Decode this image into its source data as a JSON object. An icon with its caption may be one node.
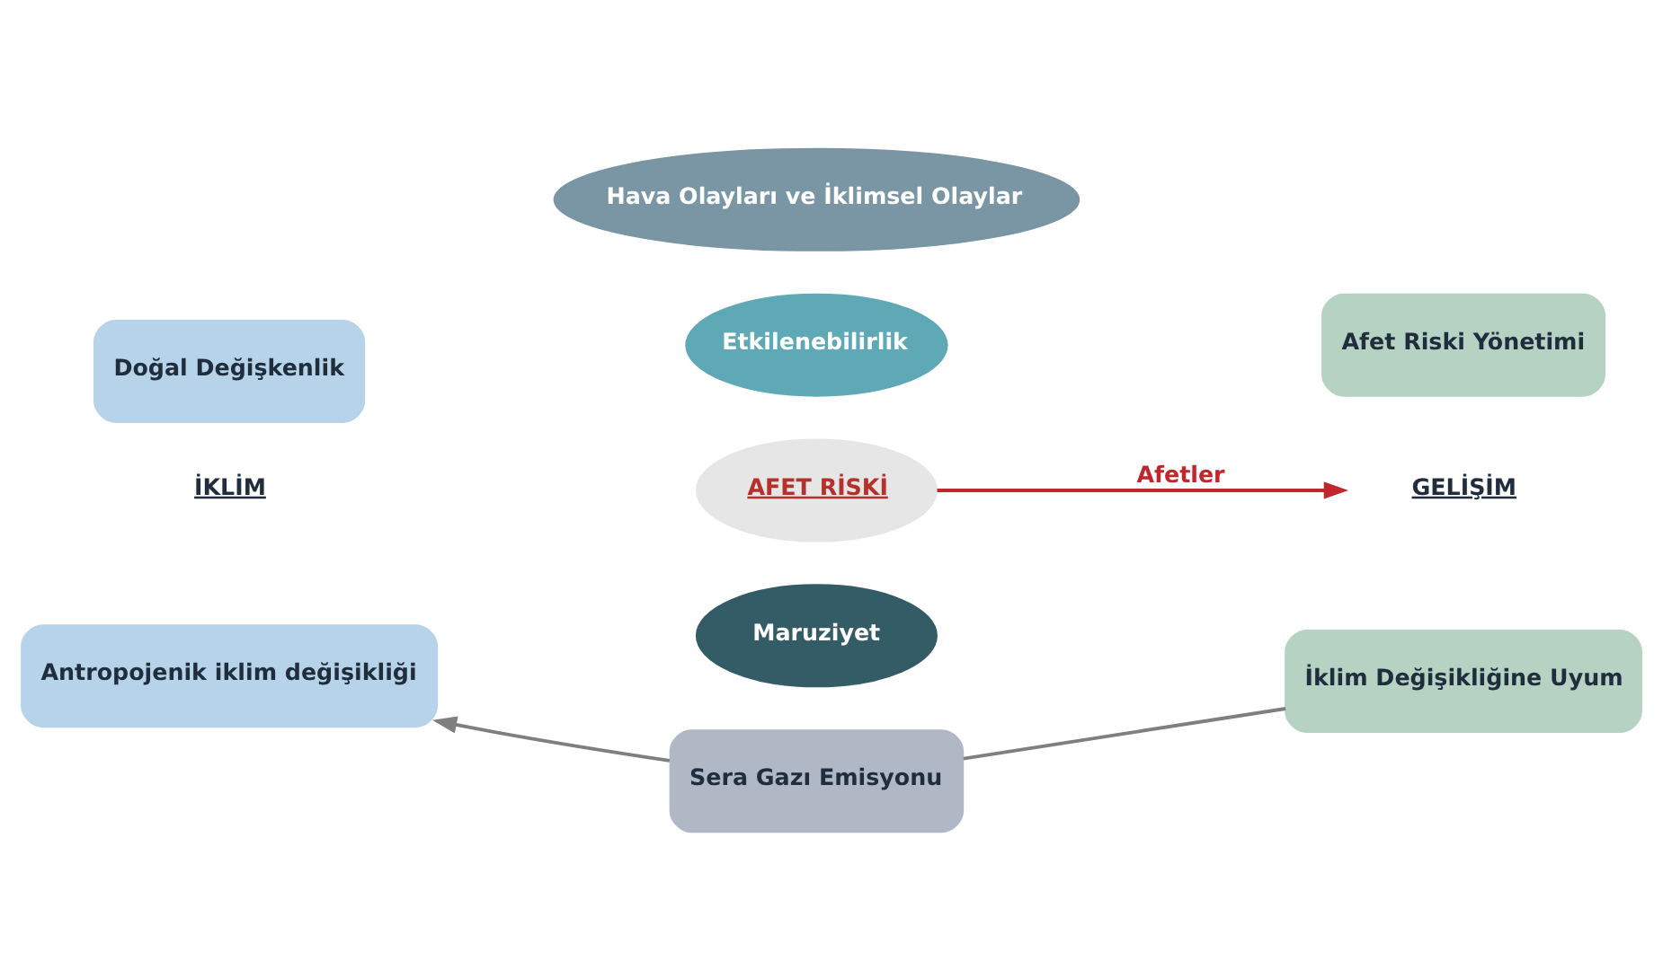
{
  "diagram": {
    "nodes": [
      {
        "text": [
          "Doğal Değişkenlik"
        ]
      },
      {
        "text": [
          "Antropojenik iklim değişikliği"
        ]
      },
      {
        "text": [
          "Hava Olayları ve İklimsel Olaylar"
        ]
      },
      {
        "text": [
          "Etkilenebilirlik"
        ]
      },
      {
        "text": [
          "AFET RİSKİ"
        ]
      },
      {
        "text": [
          "Maruziyet"
        ]
      },
      {
        "text": [
          "GELİŞİM"
        ]
      },
      {
        "text": [
          "Afet Riski Yönetimi"
        ]
      },
      {
        "text": [
          "İklim Değişikliğine Uyum"
        ]
      },
      {
        "text": [
          "Sera Gazı Emisyonu"
        ]
      }
    ],
    "edges": [
      {
        "from": 4,
        "to": 6,
        "arrow": "to",
        "label": "Afetler",
        "color": "#c0272d"
      },
      {
        "from": 8,
        "to": 9,
        "arrow": "none"
      },
      {
        "from": 9,
        "to": 1,
        "arrow": "to"
      }
    ],
    "labels": [
      "İKLİM"
    ]
  }
}
